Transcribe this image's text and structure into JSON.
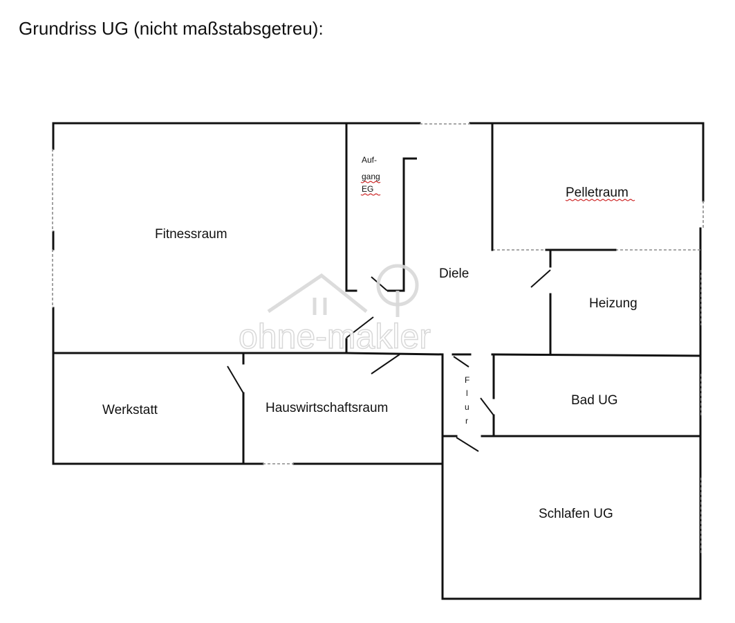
{
  "title": "Grundriss UG (nicht maßstabsgetreu):",
  "rooms": {
    "fitnessraum": "Fitnessraum",
    "aufgang": [
      "Auf-",
      "gang",
      "EG"
    ],
    "diele": "Diele",
    "pelletraum": "Pelletraum",
    "heizung": "Heizung",
    "werkstatt": "Werkstatt",
    "hauswirtschaftsraum": "Hauswirtschaftsraum",
    "flur": [
      "F",
      "l",
      "u",
      "r"
    ],
    "bad_ug": "Bad UG",
    "schlafen_ug": "Schlafen UG"
  },
  "watermark": {
    "text": "ohne-makler",
    "icon": "house-tree-logo-icon"
  },
  "colors": {
    "wall": "#111111",
    "opening": "#8a8a8a",
    "spellcheck": "#cc2222",
    "watermark": "#d4d4d4"
  }
}
